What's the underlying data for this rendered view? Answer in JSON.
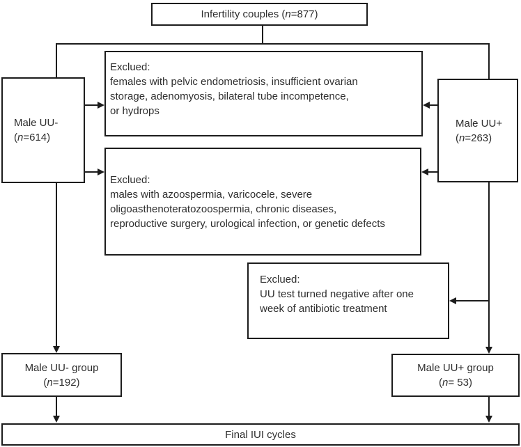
{
  "diagram": {
    "colors": {
      "line": "#1c1c1c",
      "text": "#2e2e2e",
      "background": "#ffffff"
    },
    "title_box": {
      "prefix": "Infertility couples (",
      "n": "n",
      "suffix": "=877)"
    },
    "male_uu_neg": {
      "line1": "Male UU-",
      "l2_prefix": "(",
      "n": "n",
      "l2_suffix": "=614)"
    },
    "male_uu_pos": {
      "line1": "Male UU+",
      "l2_prefix": "(",
      "n": "n",
      "l2_suffix": "=263)"
    },
    "excluded_female": {
      "title": "Exclued:",
      "lines": [
        "females with pelvic endometriosis, insufficient ovarian",
        "storage, adenomyosis, bilateral tube incompetence,",
        "or hydrops"
      ]
    },
    "excluded_male": {
      "title": "Exclued:",
      "lines": [
        "males with azoospermia, varicocele, severe",
        "oligoasthenoteratozoospermia, chronic diseases,",
        "reproductive surgery, urological infection, or genetic defects"
      ]
    },
    "excluded_uu_test": {
      "title": "Exclued:",
      "lines": [
        "UU test turned negative after one",
        "week of antibiotic treatment"
      ]
    },
    "group_uu_neg": {
      "line1": "Male UU- group",
      "l2_prefix": "(",
      "n": "n",
      "l2_suffix": "=192)"
    },
    "group_uu_pos": {
      "line1": "Male UU+ group",
      "l2_prefix": "(",
      "n": "n",
      "l2_suffix": "= 53)"
    },
    "final_box": {
      "label": "Final IUI cycles"
    }
  }
}
